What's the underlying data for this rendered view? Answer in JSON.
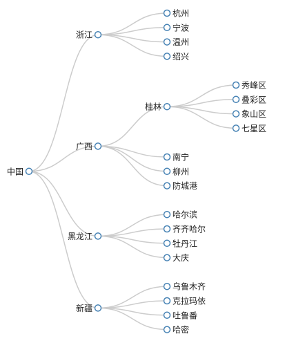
{
  "tree": {
    "name": "中国",
    "children": [
      {
        "name": "浙江",
        "children": [
          {
            "name": "杭州"
          },
          {
            "name": "宁波"
          },
          {
            "name": "温州"
          },
          {
            "name": "绍兴"
          }
        ]
      },
      {
        "name": "广西",
        "children": [
          {
            "name": "桂林",
            "children": [
              {
                "name": "秀峰区"
              },
              {
                "name": "叠彩区"
              },
              {
                "name": "象山区"
              },
              {
                "name": "七星区"
              }
            ]
          },
          {
            "name": "南宁"
          },
          {
            "name": "柳州"
          },
          {
            "name": "防城港"
          }
        ]
      },
      {
        "name": "黑龙江",
        "children": [
          {
            "name": "哈尔滨"
          },
          {
            "name": "齐齐哈尔"
          },
          {
            "name": "牡丹江"
          },
          {
            "name": "大庆"
          }
        ]
      },
      {
        "name": "新疆",
        "children": [
          {
            "name": "乌鲁木齐"
          },
          {
            "name": "克拉玛依"
          },
          {
            "name": "吐鲁番"
          },
          {
            "name": "哈密"
          }
        ]
      }
    ]
  },
  "colors": {
    "link": "#cccccc",
    "node_stroke": "#4682b4",
    "node_fill": "#ffffff",
    "text": "#222222"
  }
}
